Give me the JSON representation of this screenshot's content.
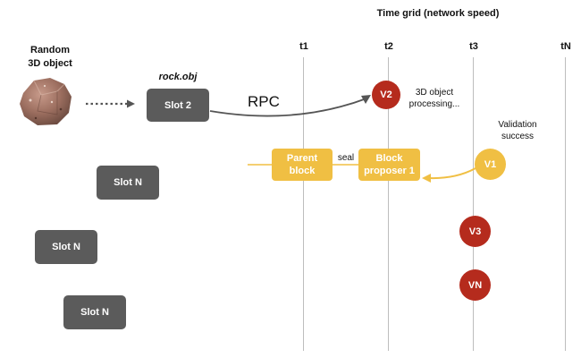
{
  "timeline": {
    "title": "Time grid (network speed)",
    "ticks": [
      "t1",
      "t2",
      "t3",
      "tN"
    ]
  },
  "source": {
    "title_line1": "Random",
    "title_line2": "3D object",
    "filename": "rock.obj"
  },
  "slots": {
    "active": "Slot 2",
    "others": [
      "Slot N",
      "Slot N",
      "Slot N"
    ]
  },
  "rpc_label": "RPC",
  "validators": {
    "v2": {
      "label": "V2",
      "note_line1": "3D object",
      "note_line2": "processing..."
    },
    "v1": {
      "label": "V1",
      "note_line1": "Validation",
      "note_line2": "success"
    },
    "v3": {
      "label": "V3"
    },
    "vn": {
      "label": "VN"
    }
  },
  "blocks": {
    "parent_line1": "Parent",
    "parent_line2": "block",
    "proposer_line1": "Block",
    "proposer_line2": "proposer 1",
    "seal_label": "seal"
  },
  "colors": {
    "slot_gray": "#5b5b5b",
    "validator_red": "#b52b1d",
    "block_yellow": "#f0bf43",
    "grid_gray": "#bdbdbd"
  }
}
